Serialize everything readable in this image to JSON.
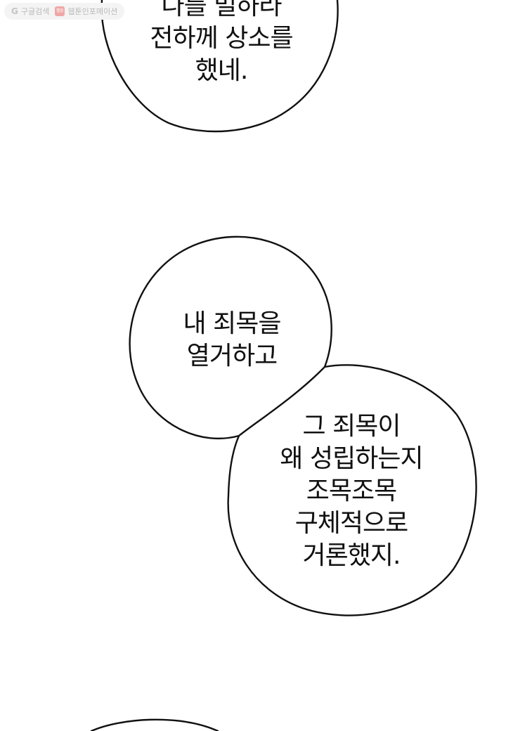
{
  "watermark": {
    "search_label": "구글검색",
    "site_label": "웹툰인포메이션",
    "google_icon": "G",
    "webtoon_icon": "웹툰"
  },
  "bubbles": [
    {
      "lines": [
        "나를 벌하라",
        "전하께 상소를",
        "했네."
      ]
    },
    {
      "lines": [
        "내 죄목을",
        "열거하고"
      ]
    },
    {
      "lines": [
        "그 죄목이",
        "왜 성립하는지",
        "조목조목",
        "구체적으로",
        "거론했지."
      ]
    }
  ]
}
